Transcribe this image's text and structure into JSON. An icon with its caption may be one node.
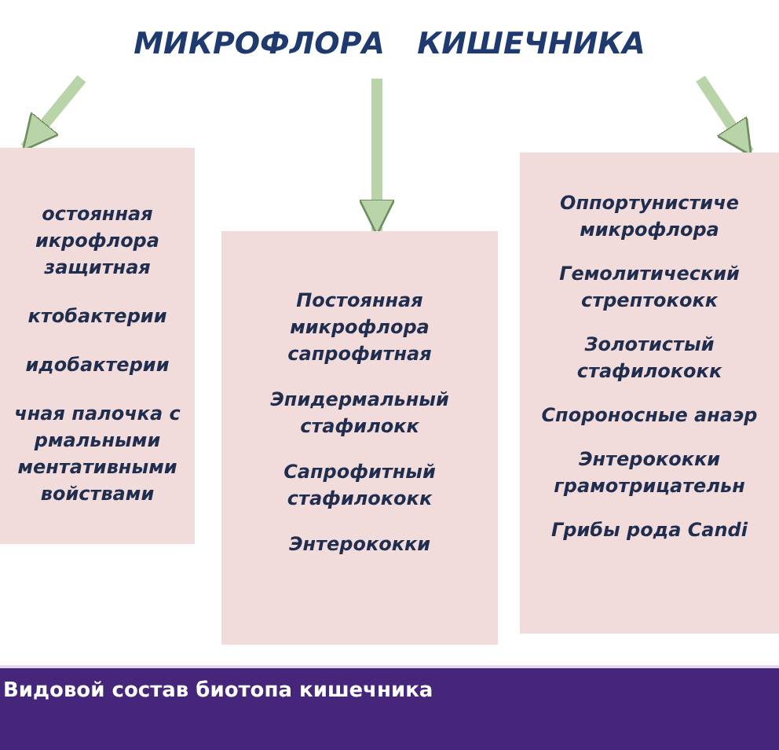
{
  "diagram": {
    "caption": "Видовой состав биотопа кишечника",
    "nodes": [
      {
        "text": [
          "МИКРОФЛОРА КИШЕЧНИКА"
        ]
      },
      {
        "text": [
          "остоянная икрофлора защитная",
          "ктобактерии",
          "идобактерии",
          "чная палочка с рмальными ментативными войствами"
        ]
      },
      {
        "text": [
          "Постоянная микрофлора сапрофитная",
          "Эпидермальный стафилокк",
          "Сапрофитный стафилококк",
          "Энтерококки"
        ]
      },
      {
        "text": [
          "Оппортунистиче микрофлора",
          "Гемолитический стрептококк",
          "Золотистый стафилококк",
          "Спороносные анаэр",
          "Энтерококки грамотрицательн",
          "Грибы рода **Candi**"
        ]
      }
    ],
    "edges": [
      {
        "from": 0,
        "to": 1,
        "arrow": "to"
      },
      {
        "from": 0,
        "to": 2,
        "arrow": "to"
      },
      {
        "from": 0,
        "to": 3,
        "arrow": "to"
      }
    ]
  }
}
